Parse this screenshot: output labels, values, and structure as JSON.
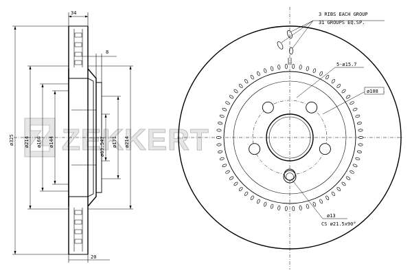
{
  "brand": "ZEKKERT",
  "side_view": {
    "dim_top_width": "34",
    "dim_hat_offset": "8",
    "dim_bottom_width": "20",
    "dia_outer": "ø325",
    "dia_friction_inner_a": "ø214",
    "dia_hat": "ø160",
    "dia_hub_mid": "ø144",
    "dia_center_bore": "ø63.547",
    "dia_hat_outer": "ø171",
    "dia_friction_inner_b": "ø214"
  },
  "front_view": {
    "ribs_note_line1": "3 RIBS EACH GROUP",
    "ribs_note_line2": "31 GROUPS EQ.SP.",
    "bolt_holes": "5-ø15.7",
    "bolt_circle": "ø108",
    "small_hole": "ø13",
    "countersink": "CS ø21.5x90°"
  }
}
